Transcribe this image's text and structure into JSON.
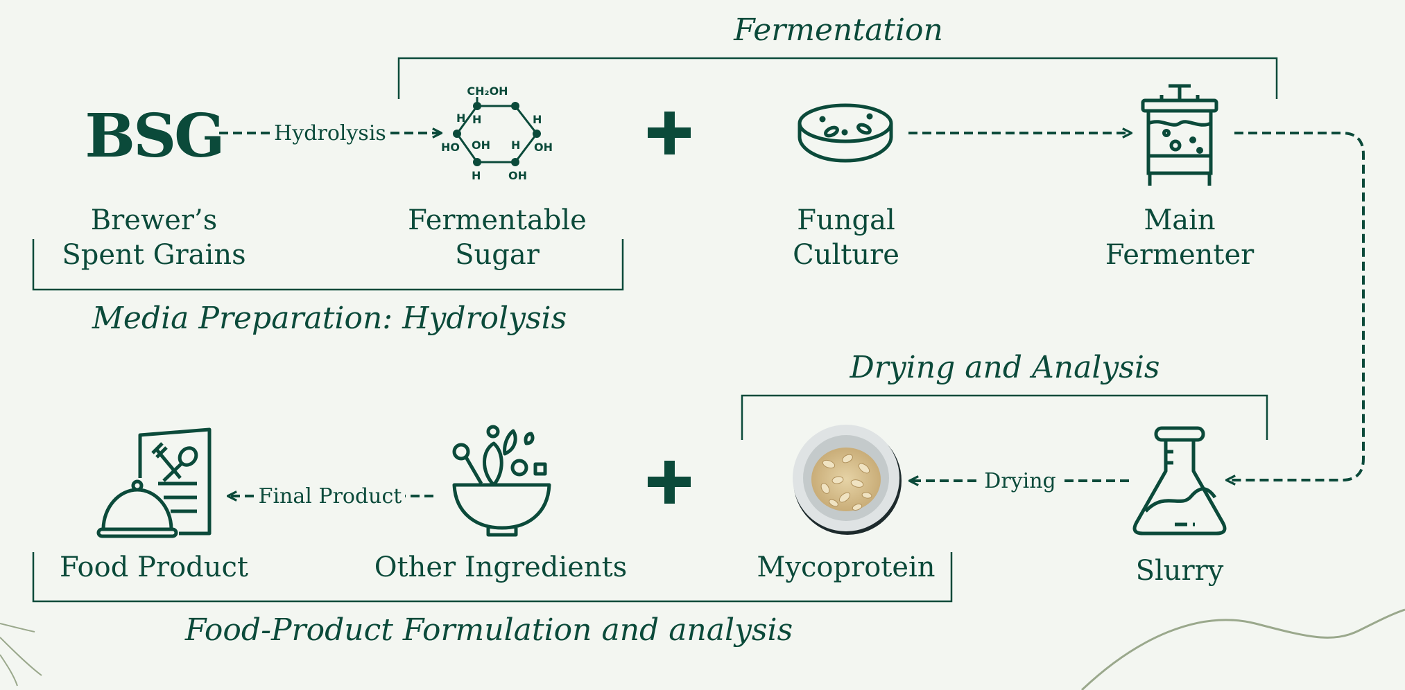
{
  "sections": {
    "fermentation": "Fermentation",
    "media_preparation": "Media Preparation: Hydrolysis",
    "drying_analysis": "Drying and Analysis",
    "food_formulation": "Food-Product Formulation and analysis"
  },
  "nodes": {
    "bsg_logo": "BSG",
    "bsg_line1": "Brewer’s",
    "bsg_line2": "Spent Grains",
    "sugar_line1": "Fermentable",
    "sugar_line2": "Sugar",
    "fungal_line1": "Fungal",
    "fungal_line2": "Culture",
    "fermenter_line1": "Main",
    "fermenter_line2": "Fermenter",
    "slurry": "Slurry",
    "mycoprotein": "Mycoprotein",
    "other_ingredients": "Other Ingredients",
    "food_product": "Food Product"
  },
  "arrows": {
    "hydrolysis": "Hydrolysis",
    "drying": "Drying",
    "final_product": "Final Product"
  },
  "chemistry": {
    "ch2oh": "CH₂OH",
    "h": "H",
    "oh": "OH",
    "ho": "HO"
  },
  "icons": [
    "bsg-logo",
    "glucose-molecule-icon",
    "petri-dish-icon",
    "fermenter-icon",
    "flask-icon",
    "mycoprotein-bowl-photo",
    "mixing-bowl-icon",
    "menu-cloche-icon",
    "plus-icon"
  ],
  "colors": {
    "primary": "#0b4a3a",
    "background": "#f3f6f1",
    "accent_sage": "#8a9a7a"
  }
}
